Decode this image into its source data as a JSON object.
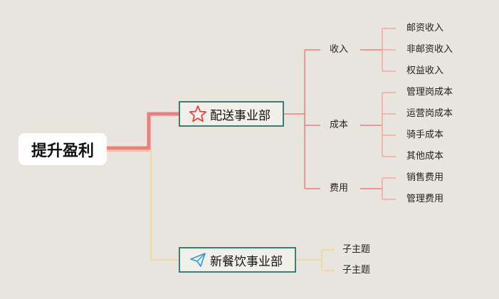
{
  "root": {
    "label": "提升盈利"
  },
  "branches": [
    {
      "label": "配送事业部",
      "icon": "star-icon",
      "children": [
        {
          "label": "收入",
          "children": [
            "邮资收入",
            "非邮资收入",
            "权益收入"
          ]
        },
        {
          "label": "成本",
          "children": [
            "管理岗成本",
            "运营岗成本",
            "骑手成本",
            "其他成本"
          ]
        },
        {
          "label": "费用",
          "children": [
            "销售费用",
            "管理费用"
          ]
        }
      ]
    },
    {
      "label": "新餐饮事业部",
      "icon": "paper-plane-icon",
      "children": [
        "子主题",
        "子主题"
      ]
    }
  ],
  "colors": {
    "background": "#e8e5de",
    "red_branch": "#ee7d7d",
    "yellow_branch": "#f6d58a",
    "box_border": "#3d7d74"
  }
}
